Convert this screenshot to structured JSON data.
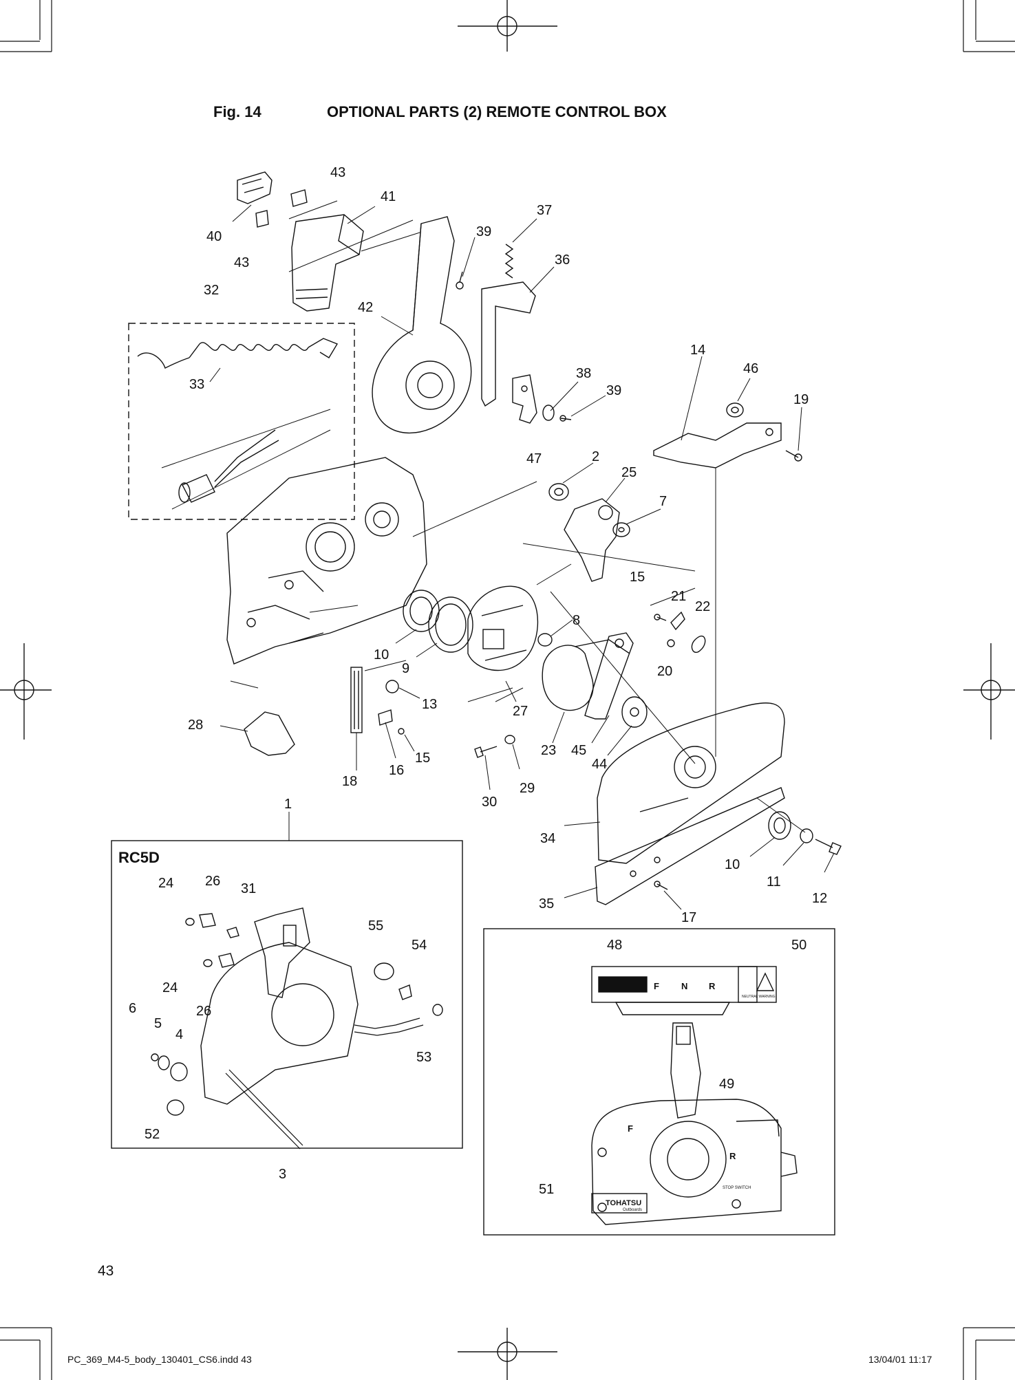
{
  "header": {
    "figure_label": "Fig. 14",
    "title": "OPTIONAL PARTS (2) REMOTE CONTROL BOX"
  },
  "inset_rc5d": {
    "title": "RC5D"
  },
  "callouts": [
    {
      "id": "c-43a",
      "label": "43"
    },
    {
      "id": "c-41",
      "label": "41"
    },
    {
      "id": "c-40",
      "label": "40"
    },
    {
      "id": "c-43b",
      "label": "43"
    },
    {
      "id": "c-37",
      "label": "37"
    },
    {
      "id": "c-39a",
      "label": "39"
    },
    {
      "id": "c-36",
      "label": "36"
    },
    {
      "id": "c-32",
      "label": "32"
    },
    {
      "id": "c-42",
      "label": "42"
    },
    {
      "id": "c-33",
      "label": "33"
    },
    {
      "id": "c-14",
      "label": "14"
    },
    {
      "id": "c-46",
      "label": "46"
    },
    {
      "id": "c-19",
      "label": "19"
    },
    {
      "id": "c-38",
      "label": "38"
    },
    {
      "id": "c-39b",
      "label": "39"
    },
    {
      "id": "c-47",
      "label": "47"
    },
    {
      "id": "c-2",
      "label": "2"
    },
    {
      "id": "c-25",
      "label": "25"
    },
    {
      "id": "c-7",
      "label": "7"
    },
    {
      "id": "c-15a",
      "label": "15"
    },
    {
      "id": "c-21",
      "label": "21"
    },
    {
      "id": "c-22",
      "label": "22"
    },
    {
      "id": "c-8",
      "label": "8"
    },
    {
      "id": "c-20",
      "label": "20"
    },
    {
      "id": "c-10a",
      "label": "10"
    },
    {
      "id": "c-9",
      "label": "9"
    },
    {
      "id": "c-13",
      "label": "13"
    },
    {
      "id": "c-27",
      "label": "27"
    },
    {
      "id": "c-28",
      "label": "28"
    },
    {
      "id": "c-16",
      "label": "16"
    },
    {
      "id": "c-15b",
      "label": "15"
    },
    {
      "id": "c-18",
      "label": "18"
    },
    {
      "id": "c-30",
      "label": "30"
    },
    {
      "id": "c-29",
      "label": "29"
    },
    {
      "id": "c-23",
      "label": "23"
    },
    {
      "id": "c-45",
      "label": "45"
    },
    {
      "id": "c-44",
      "label": "44"
    },
    {
      "id": "c-1",
      "label": "1"
    },
    {
      "id": "c-34",
      "label": "34"
    },
    {
      "id": "c-10b",
      "label": "10"
    },
    {
      "id": "c-11",
      "label": "11"
    },
    {
      "id": "c-12",
      "label": "12"
    },
    {
      "id": "c-35",
      "label": "35"
    },
    {
      "id": "c-17",
      "label": "17"
    },
    {
      "id": "c-24a",
      "label": "24"
    },
    {
      "id": "c-26a",
      "label": "26"
    },
    {
      "id": "c-31",
      "label": "31"
    },
    {
      "id": "c-55",
      "label": "55"
    },
    {
      "id": "c-54",
      "label": "54"
    },
    {
      "id": "c-24b",
      "label": "24"
    },
    {
      "id": "c-26b",
      "label": "26"
    },
    {
      "id": "c-6",
      "label": "6"
    },
    {
      "id": "c-5",
      "label": "5"
    },
    {
      "id": "c-4",
      "label": "4"
    },
    {
      "id": "c-53",
      "label": "53"
    },
    {
      "id": "c-52",
      "label": "52"
    },
    {
      "id": "c-3",
      "label": "3"
    },
    {
      "id": "c-48",
      "label": "48"
    },
    {
      "id": "c-50",
      "label": "50"
    },
    {
      "id": "c-49",
      "label": "49"
    },
    {
      "id": "c-51",
      "label": "51"
    }
  ],
  "product_text": {
    "brand": "TOHATSU",
    "brand_sub": "Outboards",
    "gear_f": "F",
    "gear_n": "N",
    "gear_r": "R",
    "stop_switch": "STOP SWITCH",
    "neutral_note": "NEUTRAL WARNING"
  },
  "page_number": "43",
  "footer": {
    "file_name": "PC_369_M4-5_body_130401_CS6.indd   43",
    "timestamp": "13/04/01   11:17"
  }
}
